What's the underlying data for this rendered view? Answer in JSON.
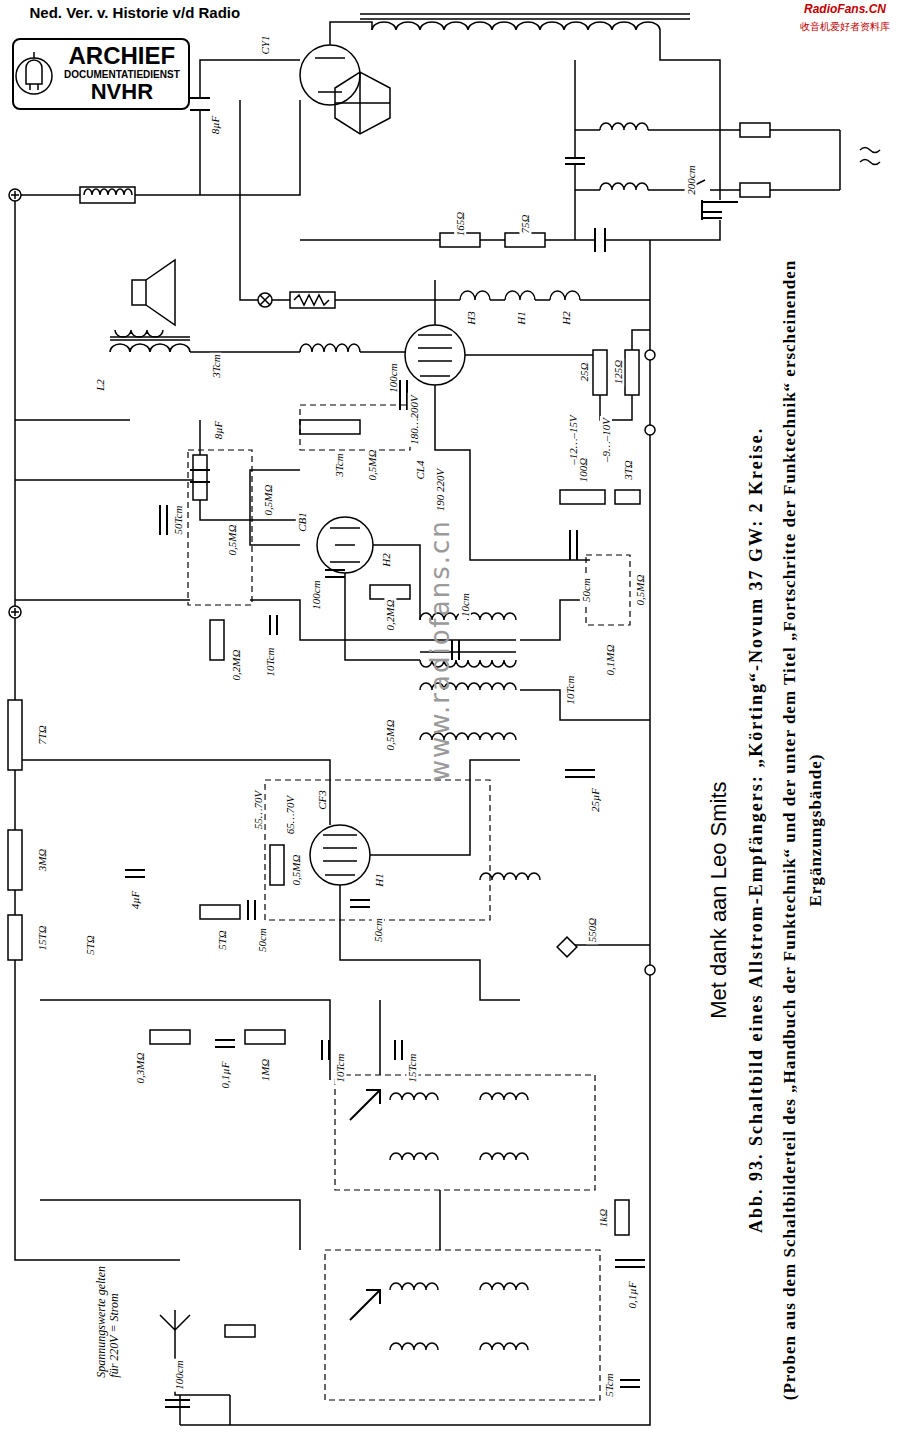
{
  "diagram": {
    "caption": "Abb. 93. Schaltbild eines Allstrom-Empfängers: „Körting“-Novum 37 GW: 2 Kreise.",
    "nodes": [
      {
        "text": [
          "ARCHIEF",
          "DOCUMENTATIEDIENST",
          "NVHR"
        ]
      }
    ],
    "labels": [
      "Ned. Ver. v. Historie v/d Radio",
      "RadioFans.CN",
      "收音机爱好者资料库",
      "www.radiofans.cn",
      "Met dank aan Leo Smits",
      "(Proben aus dem Schaltbilderteil des „Handbuch der Funktechnik“ und der unter dem Titel „Fortschritte der Funktechnik“ erscheinenden Ergänzungsbände)",
      "Spannungswerte gelten für 220V = Strom",
      "CY1",
      "8µF",
      "165Ω",
      "75Ω",
      "200cm",
      "H3",
      "H1",
      "H2",
      "L2",
      "3Tcm",
      "100cm",
      "180…200V",
      "CL4",
      "190 220V",
      "25Ω",
      "125Ω",
      "–12…–15V",
      "8µF",
      "50Tcm",
      "0,5MΩ",
      "3Tcm",
      "0,5MΩ",
      "0,5MΩ",
      "CB1",
      "H2",
      "100Ω",
      "–9…–10V",
      "3TΩ",
      "50cm",
      "0,5MΩ",
      "0,2MΩ",
      "10Tcm",
      "100cm",
      "0,2MΩ",
      "10cm",
      "0,1MΩ",
      "10Tcm",
      "0,5MΩ",
      "7TΩ",
      "55…70V",
      "65…70V",
      "CF3",
      "H1",
      "0,5MΩ",
      "25µF",
      "50cm",
      "50cm",
      "3MΩ",
      "4µF",
      "5TΩ",
      "15TΩ",
      "5TΩ",
      "550Ω",
      "0,3MΩ",
      "0,1µF",
      "1MΩ",
      "10Tcm",
      "15Tcm",
      "1kΩ",
      "0,1µF",
      "5Tcm",
      "100cm"
    ]
  }
}
